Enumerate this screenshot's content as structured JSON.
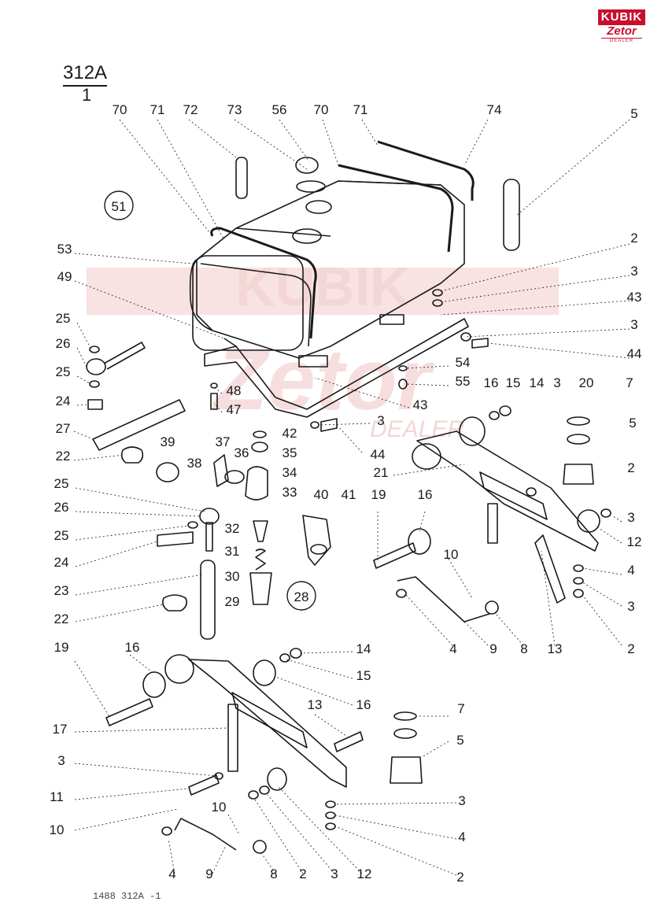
{
  "header": {
    "sheet_number": "312A",
    "sheet_sub": "1"
  },
  "logo": {
    "brand": "KUBIK",
    "sub_brand": "Zetor",
    "tag": "DEALER"
  },
  "watermark": {
    "text_1": "KUBIK",
    "text_2": "Zetor",
    "text_3": "DEALER"
  },
  "group_circles": [
    "51",
    "28"
  ],
  "part_labels": [
    "70",
    "71",
    "72",
    "73",
    "56",
    "70",
    "71",
    "74",
    "5",
    "53",
    "49",
    "2",
    "3",
    "43",
    "3",
    "44",
    "25",
    "26",
    "25",
    "24",
    "27",
    "22",
    "48",
    "47",
    "54",
    "55",
    "43",
    "3",
    "44",
    "16",
    "15",
    "14",
    "3",
    "20",
    "7",
    "5",
    "2",
    "42",
    "35",
    "34",
    "33",
    "39",
    "38",
    "37",
    "36",
    "25",
    "26",
    "25",
    "24",
    "23",
    "22",
    "32",
    "31",
    "30",
    "29",
    "40",
    "41",
    "21",
    "19",
    "16",
    "10",
    "3",
    "12",
    "4",
    "3",
    "2",
    "4",
    "9",
    "8",
    "13",
    "19",
    "16",
    "14",
    "15",
    "16",
    "17",
    "13",
    "7",
    "5",
    "3",
    "11",
    "10",
    "10",
    "4",
    "3",
    "4",
    "9",
    "8",
    "2",
    "3",
    "12",
    "2"
  ],
  "footer": {
    "code": "1488   312A -1"
  },
  "colors": {
    "ink": "#1a1a1a",
    "brand_red": "#c8102e",
    "watermark_red": "#f6d4d4"
  }
}
